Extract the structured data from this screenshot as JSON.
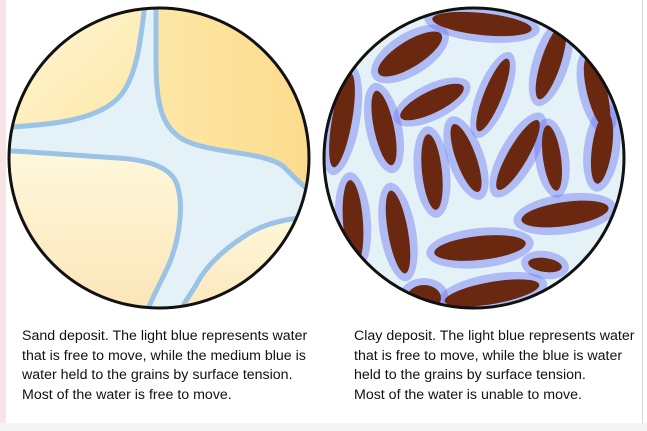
{
  "colors": {
    "sand_grain": "#fde7a6",
    "sand_grain_light": "#fff8dc",
    "free_water": "#e4f2f8",
    "bound_water": "#9bc3e6",
    "clay_grain": "#6b2810",
    "clay_bound_water": "#6f77f0",
    "outline": "#111111"
  },
  "captions": {
    "sand": {
      "description": "Sand deposit.  The light blue represents water that is free to move, while the medium blue is water held to the grains by surface tension.",
      "conclusion": "Most of the water is free to move."
    },
    "clay": {
      "description": "Clay deposit. The light blue represents water that is free to move, while the blue is water held to the grains by surface tension.",
      "conclusion": "Most of the water is unable to move."
    }
  }
}
